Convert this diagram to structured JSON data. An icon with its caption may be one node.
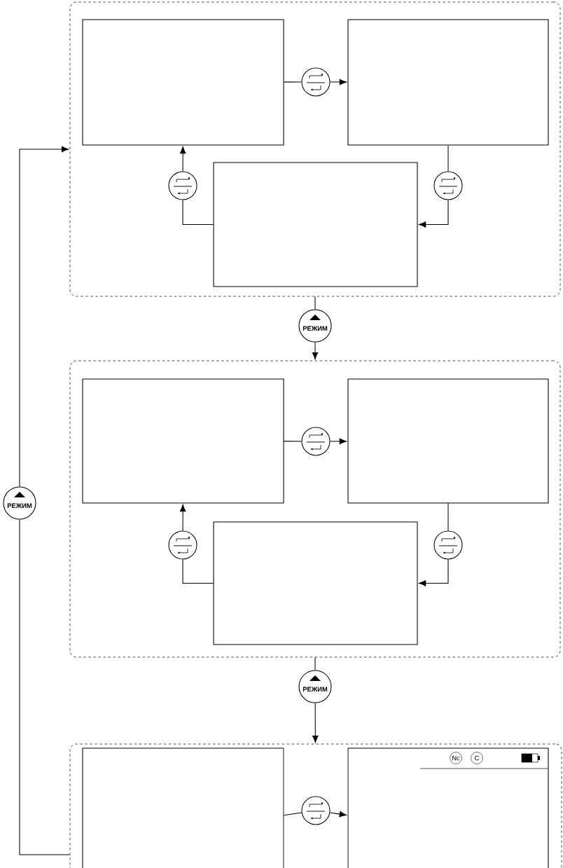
{
  "diagram": {
    "nodes": [
      {
        "text": [],
        "shape": "box"
      },
      {
        "text": [],
        "shape": "box",
        "in": 0
      },
      {
        "text": [],
        "shape": "box",
        "in": 0
      },
      {
        "text": [],
        "shape": "box",
        "in": 0
      },
      {
        "text": [],
        "shape": "circle",
        "in": 0
      },
      {
        "text": [],
        "shape": "circle",
        "in": 0
      },
      {
        "text": [],
        "shape": "circle",
        "in": 0
      },
      {
        "text": [
          "РЕЖИМ"
        ]
      },
      {
        "text": [],
        "shape": "box"
      },
      {
        "text": [],
        "shape": "box",
        "in": 8
      },
      {
        "text": [],
        "shape": "box",
        "in": 8
      },
      {
        "text": [],
        "shape": "box",
        "in": 8
      },
      {
        "text": [],
        "shape": "circle",
        "in": 8
      },
      {
        "text": [],
        "shape": "circle",
        "in": 8
      },
      {
        "text": [],
        "shape": "circle",
        "in": 8
      },
      {
        "text": [
          "РЕЖИМ"
        ]
      },
      {
        "text": [],
        "shape": "box"
      },
      {
        "text": [],
        "shape": "box",
        "in": 16
      },
      {
        "text": [
          "Nc",
          "C"
        ],
        "in": 16
      },
      {
        "text": [],
        "shape": "circle",
        "in": 16
      },
      {
        "text": [
          "РЕЖИМ"
        ]
      }
    ],
    "edges": [
      {
        "from": 1,
        "to": 4,
        "arrow": "none"
      },
      {
        "from": 4,
        "to": 2,
        "arrow": "to"
      },
      {
        "from": 2,
        "to": 5,
        "arrow": "none"
      },
      {
        "from": 5,
        "to": 3,
        "arrow": "to"
      },
      {
        "from": 3,
        "to": 6,
        "arrow": "none"
      },
      {
        "from": 6,
        "to": 1,
        "arrow": "to"
      },
      {
        "from": 0,
        "to": 7,
        "arrow": "none"
      },
      {
        "from": 7,
        "to": 8,
        "arrow": "to"
      },
      {
        "from": 9,
        "to": 12,
        "arrow": "none"
      },
      {
        "from": 12,
        "to": 10,
        "arrow": "to"
      },
      {
        "from": 10,
        "to": 13,
        "arrow": "none"
      },
      {
        "from": 13,
        "to": 11,
        "arrow": "to"
      },
      {
        "from": 11,
        "to": 14,
        "arrow": "none"
      },
      {
        "from": 14,
        "to": 9,
        "arrow": "to"
      },
      {
        "from": 8,
        "to": 15,
        "arrow": "none"
      },
      {
        "from": 15,
        "to": 16,
        "arrow": "to"
      },
      {
        "from": 17,
        "to": 19,
        "arrow": "none"
      },
      {
        "from": 19,
        "to": 18,
        "arrow": "to"
      },
      {
        "from": 16,
        "to": 20,
        "arrow": "none"
      },
      {
        "from": 20,
        "to": 0,
        "arrow": "to"
      }
    ]
  }
}
